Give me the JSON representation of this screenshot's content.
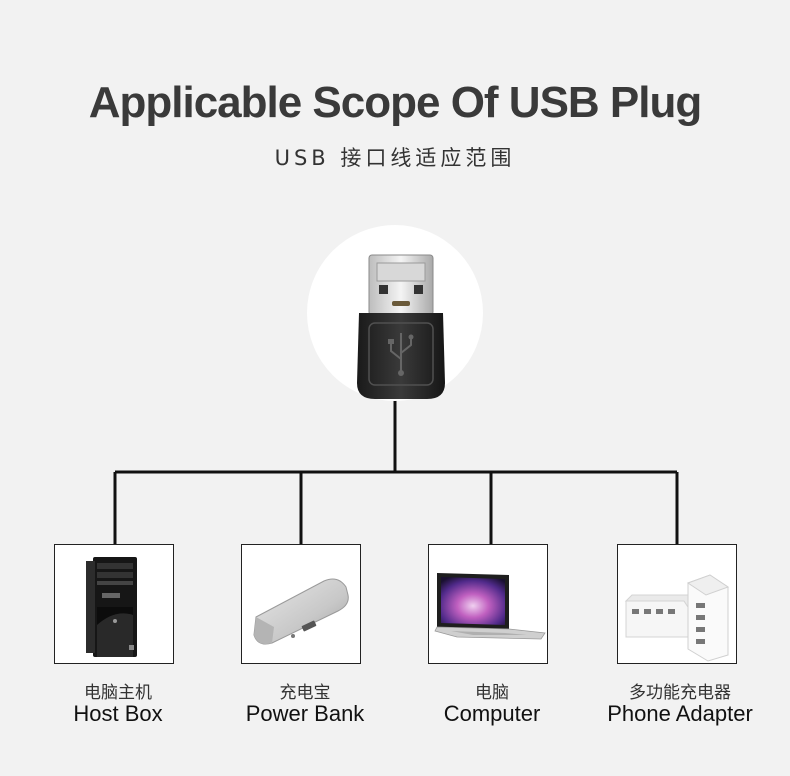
{
  "header": {
    "title": "Applicable Scope Of USB Plug",
    "subtitle": "USB 接口线适应范围"
  },
  "plug": {
    "icon": "usb-plug-icon"
  },
  "devices": [
    {
      "label_cn": "电脑主机",
      "label_en": "Host Box",
      "icon": "pc-tower-icon"
    },
    {
      "label_cn": "充电宝",
      "label_en": "Power Bank",
      "icon": "power-bank-icon"
    },
    {
      "label_cn": "电脑",
      "label_en": "Computer",
      "icon": "laptop-icon"
    },
    {
      "label_cn": "多功能充电器",
      "label_en": "Phone Adapter",
      "icon": "usb-charger-icon"
    }
  ],
  "colors": {
    "background": "#f2f2f2",
    "lines": "#111111",
    "plug_body": "#2a2a2a"
  }
}
